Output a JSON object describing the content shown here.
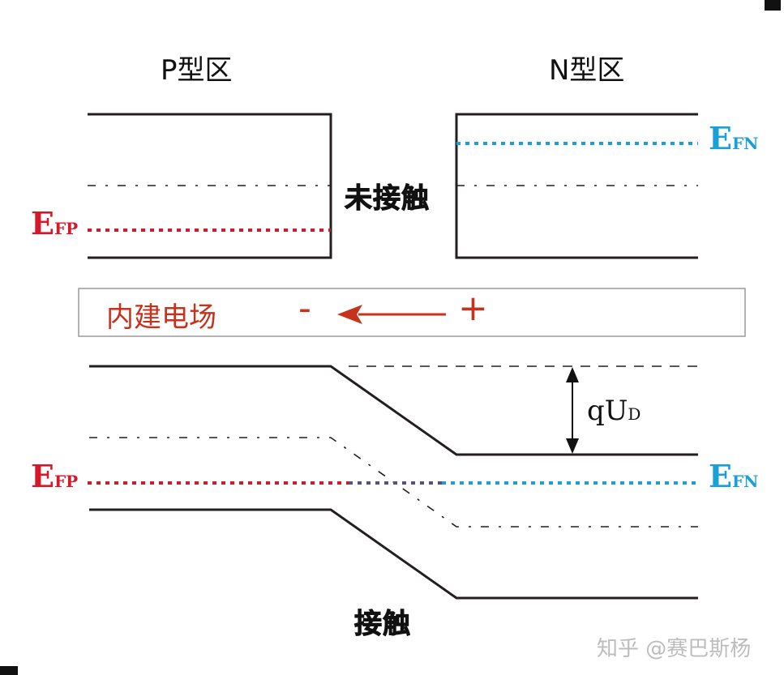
{
  "labels": {
    "p_region": "P型区",
    "n_region": "N型区",
    "not_contact": "未接触",
    "contact": "接触",
    "built_in_field": "内建电场",
    "minus": "-",
    "plus": "+",
    "qud_main": "qU",
    "qud_sub": "D",
    "efp_main": "E",
    "efp_sub": "FP",
    "efn_main": "E",
    "efn_sub": "FN",
    "watermark": "知乎 @赛巴斯杨"
  },
  "colors": {
    "band": "#231f20",
    "p_fermi": "#d7182a",
    "n_fermi": "#1aa0d8",
    "field": "#c8311c",
    "box_border": "#9a9a9a",
    "mix": "#5b4f80"
  }
}
